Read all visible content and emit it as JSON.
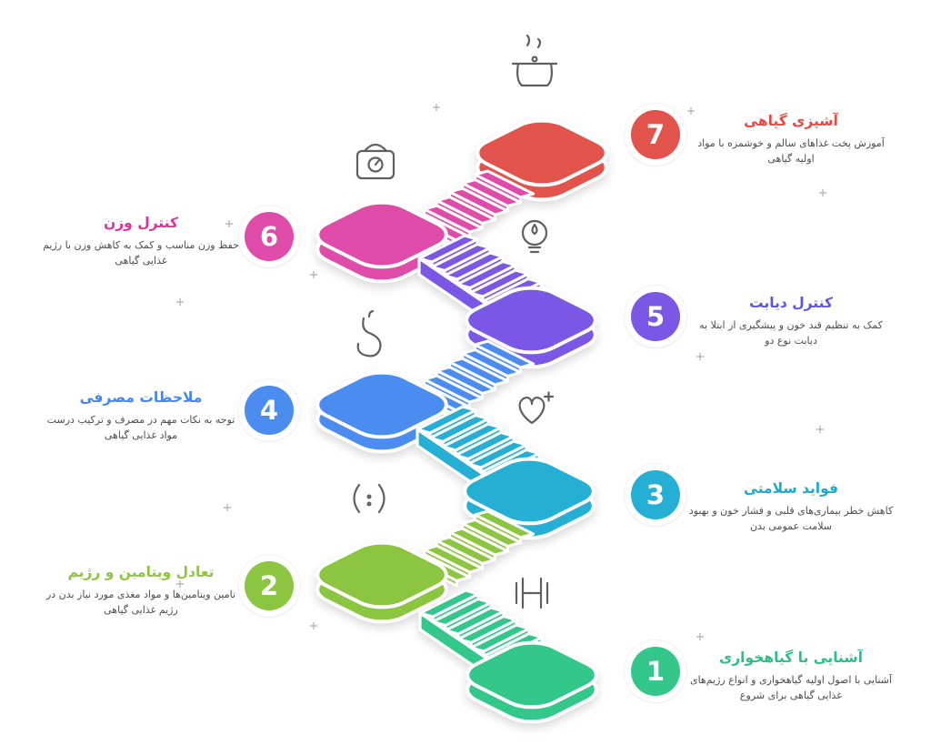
{
  "background": "#ffffff",
  "text_color": "#4d4d4d",
  "steps": [
    {
      "num": "1",
      "title": "آشنایی با گیاهخواری",
      "desc": "آشنایی با اصول اولیه گیاهخواری و انواع رژیم‌های غذایی گیاهی برای شروع",
      "color": "#33C78C",
      "titleColor": "#2ABF85",
      "icon": "dumbbell-icon"
    },
    {
      "num": "2",
      "title": "تعادل ویتامین و رژیم",
      "desc": "تامین ویتامین‌ها و مواد مغذی مورد نیاز بدن در رژیم غذایی گیاهی",
      "color": "#8CC540",
      "titleColor": "#8CC63F",
      "icon": "pills-icon"
    },
    {
      "num": "3",
      "title": "فواید سلامتی",
      "desc": "کاهش خطر بیماری‌های قلبی و فشار خون و بهبود سلامت عمومی بدن",
      "color": "#26AFD4",
      "titleColor": "#1BA9CE",
      "icon": "heart-plus-icon"
    },
    {
      "num": "4",
      "title": "ملاحظات مصرفی",
      "desc": "توجه به نکات مهم در مصرف و ترکیب درست مواد غذایی گیاهی",
      "color": "#4A8CF0",
      "titleColor": "#4285F4",
      "icon": "stomach-icon"
    },
    {
      "num": "5",
      "title": "کنترل دیابت",
      "desc": "کمک به تنظیم قند خون و پیشگیری از ابتلا به دیابت نوع دو",
      "color": "#7B57E6",
      "titleColor": "#5D55E3",
      "icon": "glucose-meter-icon"
    },
    {
      "num": "6",
      "title": "کنترل وزن",
      "desc": "حفظ وزن مناسب و کمک به کاهش وزن با رژیم غذایی گیاهی",
      "color": "#DF4BA8",
      "titleColor": "#E0309F",
      "icon": "kitchen-scale-icon"
    },
    {
      "num": "7",
      "title": "آشپزی گیاهی",
      "desc": "آموزش پخت غذاهای سالم و خوشمزه با مواد اولیه گیاهی",
      "color": "#E2534C",
      "titleColor": "#E8483F",
      "icon": "cooking-pot-icon"
    }
  ],
  "decorative_icons": [
    "cooking-pot-icon",
    "kitchen-scale-icon",
    "glucose-meter-icon",
    "stomach-icon",
    "heart-plus-icon",
    "pills-icon",
    "dumbbell-icon"
  ],
  "stroke_color": "#ffffff"
}
